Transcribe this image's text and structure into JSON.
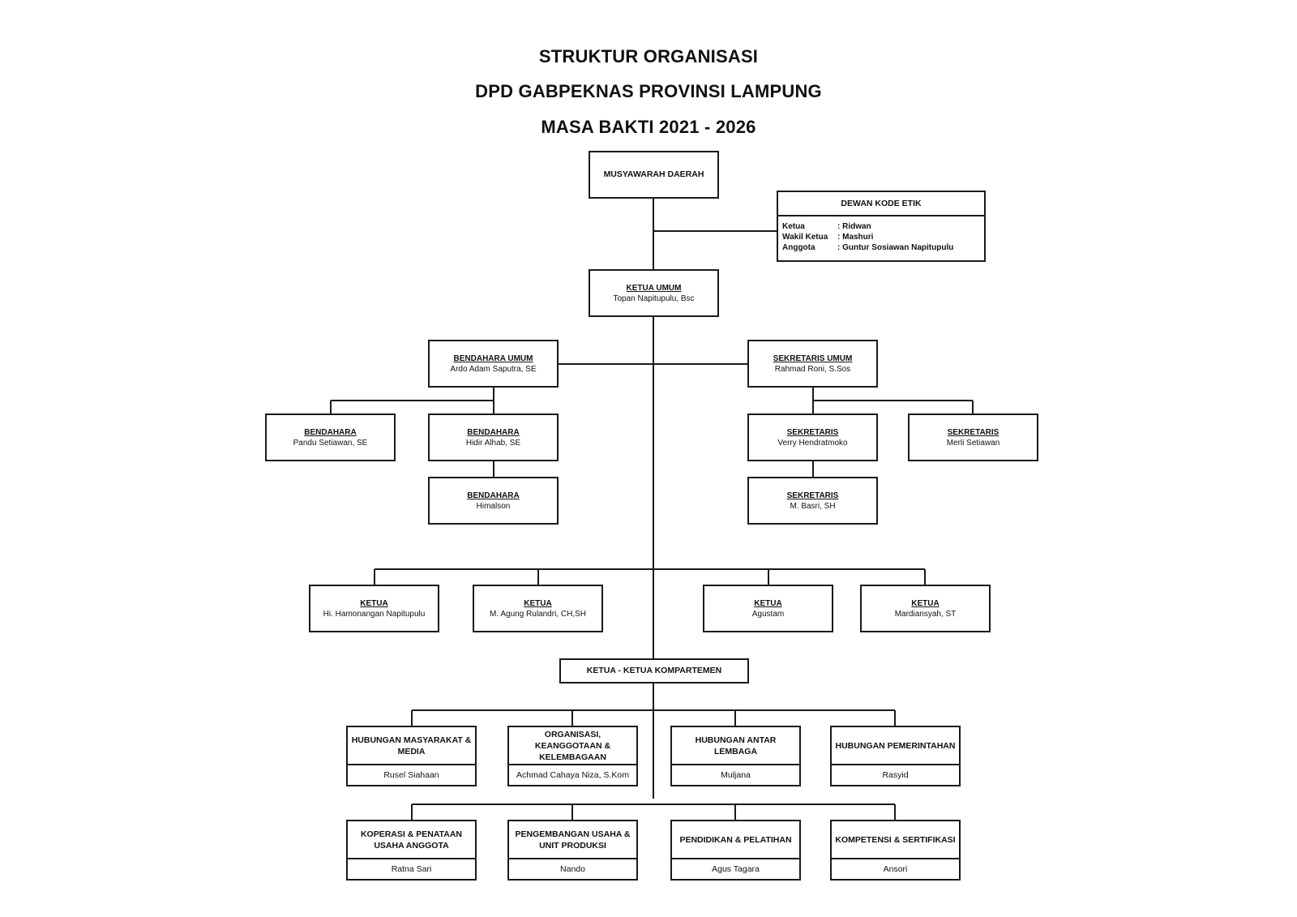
{
  "title": {
    "line1": "STRUKTUR ORGANISASI",
    "line2": "DPD GABPEKNAS PROVINSI LAMPUNG",
    "line3": "MASA BAKTI 2021 - 2026"
  },
  "musyawarah": {
    "label": "MUSYAWARAH DAERAH"
  },
  "dewan_kode_etik": {
    "title": "DEWAN KODE ETIK",
    "rows": [
      {
        "label": "Ketua",
        "value": ": Ridwan"
      },
      {
        "label": "Wakil Ketua",
        "value": ": Mashuri"
      },
      {
        "label": "Anggota",
        "value": ": Guntur Sosiawan Napitupulu"
      }
    ]
  },
  "ketua_umum": {
    "title": "KETUA UMUM",
    "name": "Topan Napitupulu, Bsc"
  },
  "bendahara_umum": {
    "title": "BENDAHARA UMUM",
    "name": "Ardo Adam Saputra, SE"
  },
  "sekretaris_umum": {
    "title": "SEKRETARIS UMUM",
    "name": "Rahmad Roni, S.Sos"
  },
  "bendahara": [
    {
      "title": "BENDAHARA",
      "name": "Pandu Setiawan, SE"
    },
    {
      "title": "BENDAHARA",
      "name": "Hidir Alhab, SE"
    },
    {
      "title": "BENDAHARA",
      "name": "Himalson"
    }
  ],
  "sekretaris": [
    {
      "title": "SEKRETARIS",
      "name": "Verry Hendratmoko"
    },
    {
      "title": "SEKRETARIS",
      "name": "Merli Setiawan"
    },
    {
      "title": "SEKRETARIS",
      "name": "M. Basri, SH"
    }
  ],
  "ketua": [
    {
      "title": "KETUA",
      "name": "Hi. Hamonangan Napitupulu"
    },
    {
      "title": "KETUA",
      "name": "M. Agung Rulandri, CH,SH"
    },
    {
      "title": "KETUA",
      "name": "Agustam"
    },
    {
      "title": "KETUA",
      "name": "Mardiansyah, ST"
    }
  ],
  "kompartemen": {
    "label": "KETUA - KETUA KOMPARTEMEN"
  },
  "departments_row1": [
    {
      "title": "HUBUNGAN MASYARAKAT & MEDIA",
      "name": "Rusel Siahaan"
    },
    {
      "title": "ORGANISASI, KEANGGOTAAN & KELEMBAGAAN",
      "name": "Achmad Cahaya Niza, S.Kom"
    },
    {
      "title": "HUBUNGAN ANTAR LEMBAGA",
      "name": "Muljana"
    },
    {
      "title": "HUBUNGAN PEMERINTAHAN",
      "name": "Rasyid"
    }
  ],
  "departments_row2": [
    {
      "title": "KOPERASI & PENATAAN USAHA ANGGOTA",
      "name": "Ratna Sari"
    },
    {
      "title": "PENGEMBANGAN USAHA & UNIT PRODUKSI",
      "name": "Nando"
    },
    {
      "title": "PENDIDIKAN & PELATIHAN",
      "name": "Agus Tagara"
    },
    {
      "title": "KOMPETENSI & SERTIFIKASI",
      "name": "Ansori"
    }
  ],
  "colors": {
    "line": "#1a1a1a",
    "background": "#ffffff"
  }
}
